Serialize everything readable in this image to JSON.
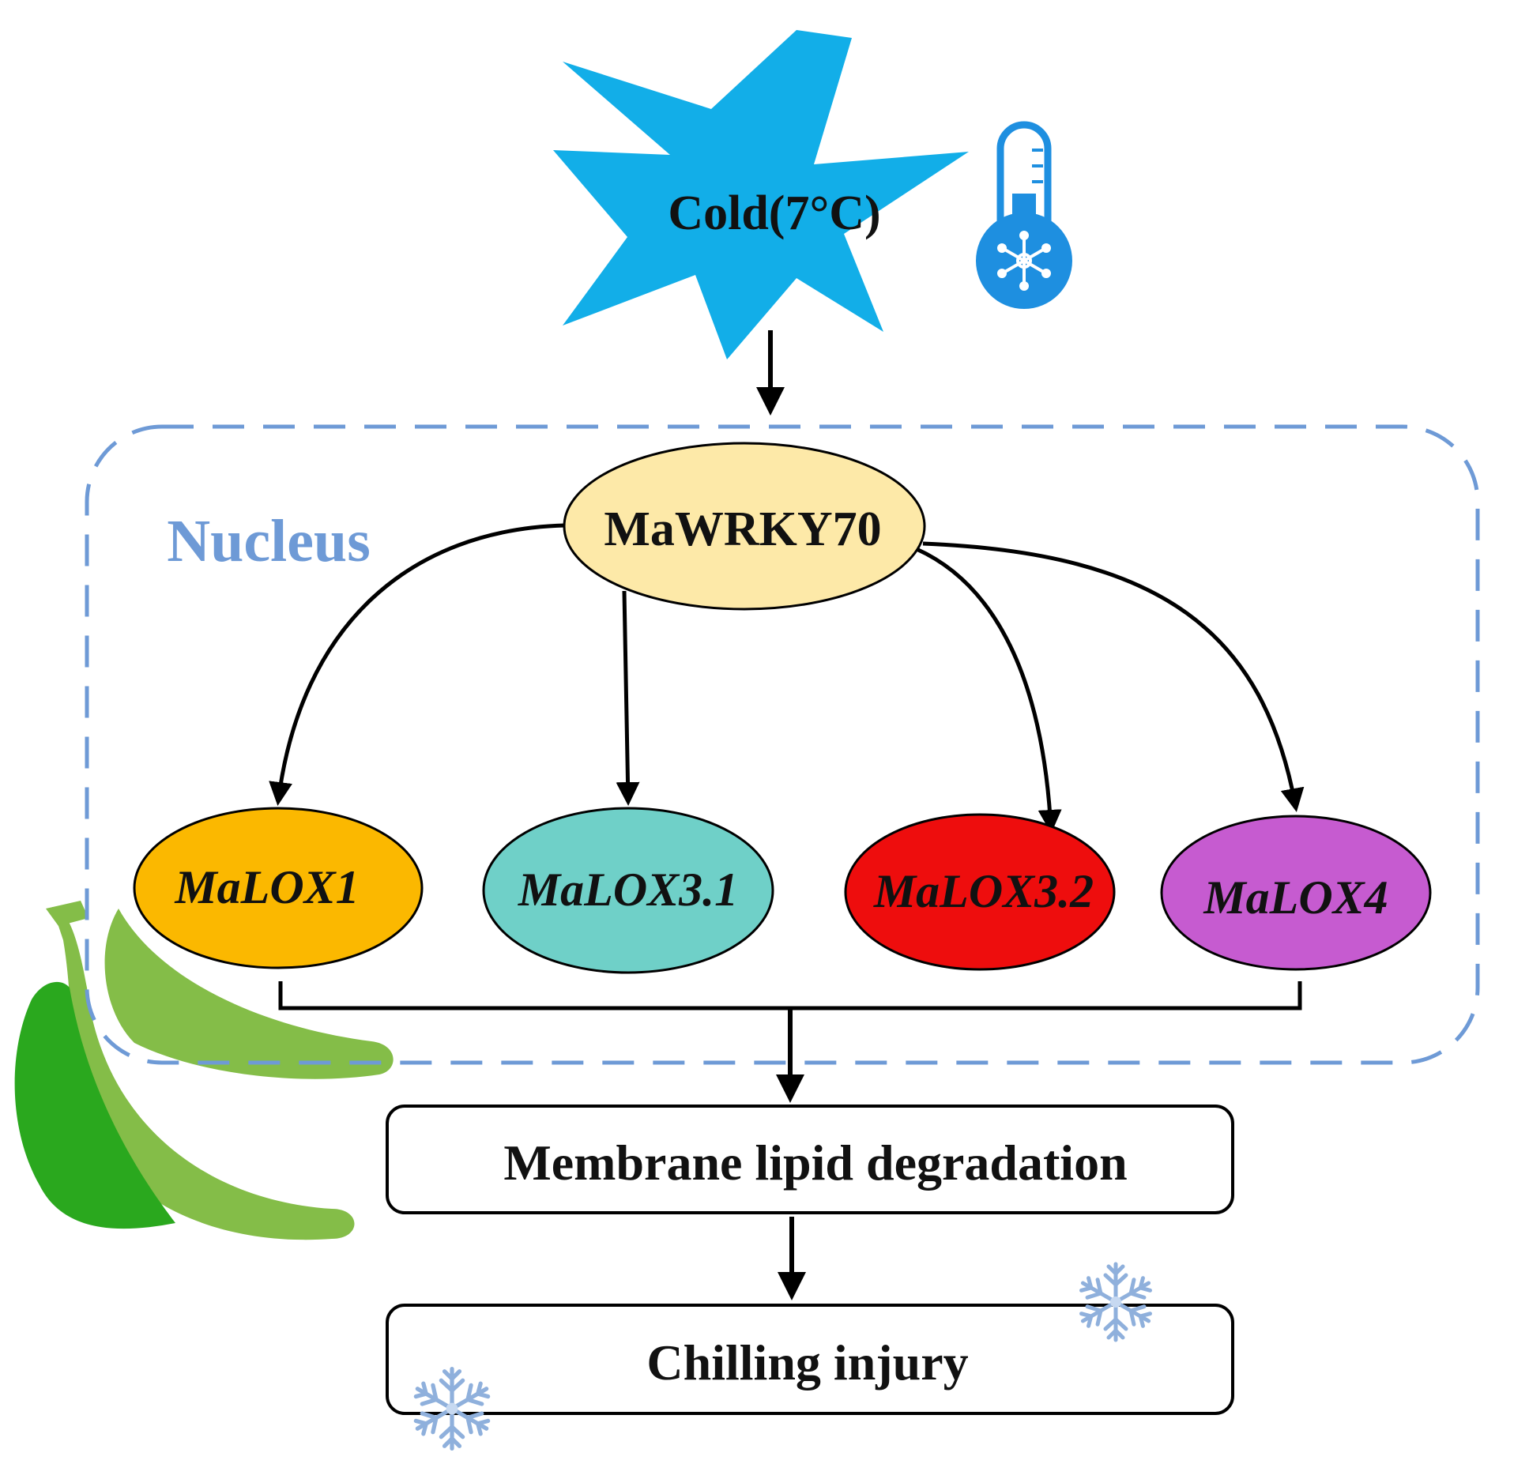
{
  "stimulus": {
    "label": "Cold(7°C)",
    "color": "#12aee8"
  },
  "thermometer": {
    "icon": "thermometer-snowflake-icon",
    "color": "#1e8fe0"
  },
  "nucleus": {
    "label": "Nucleus",
    "color": "#6e9ad6"
  },
  "regulator": {
    "label": "MaWRKY70",
    "color": "#fde9a8"
  },
  "targets": [
    {
      "label": "MaLOX1",
      "color": "#fbb800"
    },
    {
      "label": "MaLOX3.1",
      "color": "#6fd0c8"
    },
    {
      "label": "MaLOX3.2",
      "color": "#ee0d0d"
    },
    {
      "label": "MaLOX4",
      "color": "#c65bd0"
    }
  ],
  "process": {
    "label": "Membrane lipid degradation"
  },
  "outcome": {
    "label": "Chilling injury"
  },
  "decorations": {
    "fruit_icon": "banana-icon",
    "snowflake_icon": "snowflake-icon",
    "fruit_colors": [
      "#2aa81e",
      "#84bd48"
    ]
  }
}
